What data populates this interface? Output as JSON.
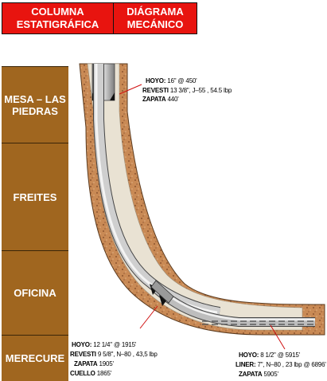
{
  "header": {
    "left_label": "COLUMNA\nESTATIGRÁFICA",
    "right_label": "DIÁGRAMA\nMECÁNICO"
  },
  "formations": [
    "MESA – LAS\nPIEDRAS",
    "FREITES",
    "OFICINA",
    "MERECURE"
  ],
  "annotations": {
    "top": {
      "hole_label": "HOYO:",
      "hole_value": "16\" @ 450'",
      "casing_label": "REVESTI",
      "casing_value": "13 3/8\", J–55 , 54.5 lbp",
      "shoe_label": "ZAPATA",
      "shoe_value": "440'"
    },
    "middle": {
      "hole_label": "HOYO:",
      "hole_value": "12 1/4\" @ 1915'",
      "casing_label": "REVESTI",
      "casing_value": "9 5/8\", N–80 , 43,5 lbp",
      "shoe_label": "ZAPATA",
      "shoe_value": "1905'",
      "collar_label": "CUELLO",
      "collar_value": "1865'"
    },
    "bottom": {
      "hole_label": "HOYO:",
      "hole_value": "8 1/2\" @ 5915'",
      "liner_label": "LINER:",
      "liner_value": "7\", N–80 , 23 lbp @ 6896'",
      "shoe_label": "ZAPATA",
      "shoe_value": "5905'"
    }
  },
  "colors": {
    "header": "#e8140f",
    "strat_column": "#a0661f",
    "formation_rock": "#c98a55",
    "casing": "#b9b9b9",
    "leader_line": "#d01010"
  }
}
